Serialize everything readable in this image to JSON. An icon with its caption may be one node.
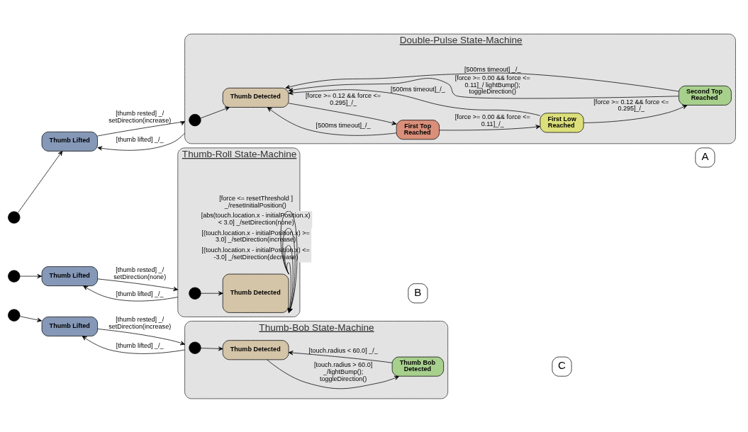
{
  "diagram": {
    "nodes": [
      {
        "text": [],
        "shape": "circle"
      },
      {
        "text": [
          "Thumb Lifted"
        ]
      },
      {
        "text": [
          "Double-Pulse State-Machine"
        ]
      },
      {
        "text": [
          "A"
        ]
      },
      {
        "text": [],
        "shape": "circle",
        "in": 2
      },
      {
        "text": [
          "Thumb Detected"
        ],
        "in": 2
      },
      {
        "text": [
          "First Top Reached"
        ],
        "in": 2
      },
      {
        "text": [
          "Second Top Reached"
        ],
        "in": 2
      },
      {
        "text": [
          "First Low Reached"
        ],
        "in": 2
      },
      {
        "text": [],
        "shape": "circle"
      },
      {
        "text": [
          "Thumb Lifted"
        ]
      },
      {
        "text": [
          "Thumb-Roll State-Machine"
        ]
      },
      {
        "text": [
          "B"
        ]
      },
      {
        "text": [],
        "shape": "circle",
        "in": 11
      },
      {
        "text": [
          "Thumb Detected"
        ],
        "in": 11
      },
      {
        "text": [],
        "shape": "circle"
      },
      {
        "text": [
          "Thumb Lifted"
        ]
      },
      {
        "text": [
          "Thumb-Bob State-Machine"
        ]
      },
      {
        "text": [
          "C"
        ]
      },
      {
        "text": [],
        "shape": "circle",
        "in": 17
      },
      {
        "text": [
          "Thumb Detected"
        ],
        "in": 17
      },
      {
        "text": [
          "Thumb Bob Detected"
        ],
        "in": 17
      }
    ],
    "edges": [
      {
        "from": 0,
        "to": 1,
        "arrow": "to"
      },
      {
        "from": 1,
        "to": 2,
        "arrow": "to",
        "label": "[thumb rested] _/ setDirection(increase)"
      },
      {
        "from": 2,
        "to": 1,
        "arrow": "to",
        "label": "[thumb lifted] _/_"
      },
      {
        "from": 4,
        "to": 5,
        "arrow": "to"
      },
      {
        "from": 5,
        "to": 6,
        "arrow": "to",
        "label": "[force >= 0.12 && force <= 0.295]_/_"
      },
      {
        "from": 6,
        "to": 5,
        "arrow": "to",
        "label": "[500ms timeout]_/_"
      },
      {
        "from": 6,
        "to": 8,
        "arrow": "to",
        "label": "[force >= 0.00 && force <= 0.11]_/_"
      },
      {
        "from": 8,
        "to": 5,
        "arrow": "to",
        "label": "[500ms timeout]_/_"
      },
      {
        "from": 8,
        "to": 7,
        "arrow": "to",
        "label": "[force >= 0.12 && force <= 0.295]_/_"
      },
      {
        "from": 7,
        "to": 5,
        "arrow": "to",
        "label": "[force >= 0.00 && force <= 0.11]_/ lightBump(); toggleDirection()"
      },
      {
        "from": 7,
        "to": 5,
        "arrow": "to",
        "label": "[500ms timeout] _/_"
      },
      {
        "from": 9,
        "to": 10,
        "arrow": "to"
      },
      {
        "from": 10,
        "to": 11,
        "arrow": "to",
        "label": "[thumb rested] _/ setDirection(none)"
      },
      {
        "from": 11,
        "to": 10,
        "arrow": "to",
        "label": "[thumb lifted] _/_"
      },
      {
        "from": 13,
        "to": 14,
        "arrow": "to"
      },
      {
        "from": 14,
        "to": 14,
        "arrow": "to",
        "label": "[(touch.location.x - initialPosition.x) <= -3.0] _/setDirection(decrease)"
      },
      {
        "from": 14,
        "to": 14,
        "arrow": "to",
        "label": "[(touch.location.x - initialPosition.x) >= 3.0] _/setDirection(increase)"
      },
      {
        "from": 14,
        "to": 14,
        "arrow": "to",
        "label": "[abs(touch.location.x - initialPosition.x) < 3.0] _/setDirection(none)"
      },
      {
        "from": 14,
        "to": 14,
        "arrow": "to",
        "label": "[force <= resetThreshold ] _/resetInitialPosition()"
      },
      {
        "from": 15,
        "to": 16,
        "arrow": "to"
      },
      {
        "from": 16,
        "to": 17,
        "arrow": "to",
        "label": "[thumb rested] _/ setDirection(increase)"
      },
      {
        "from": 17,
        "to": 16,
        "arrow": "to",
        "label": "[thumb lifted] _/_"
      },
      {
        "from": 19,
        "to": 20,
        "arrow": "to"
      },
      {
        "from": 20,
        "to": 21,
        "arrow": "to",
        "label": "[touch.radius > 60.0] _/lightBump(); toggleDirection()"
      },
      {
        "from": 21,
        "to": 20,
        "arrow": "to",
        "label": "[touch.radius < 60.0] _/_"
      }
    ]
  }
}
